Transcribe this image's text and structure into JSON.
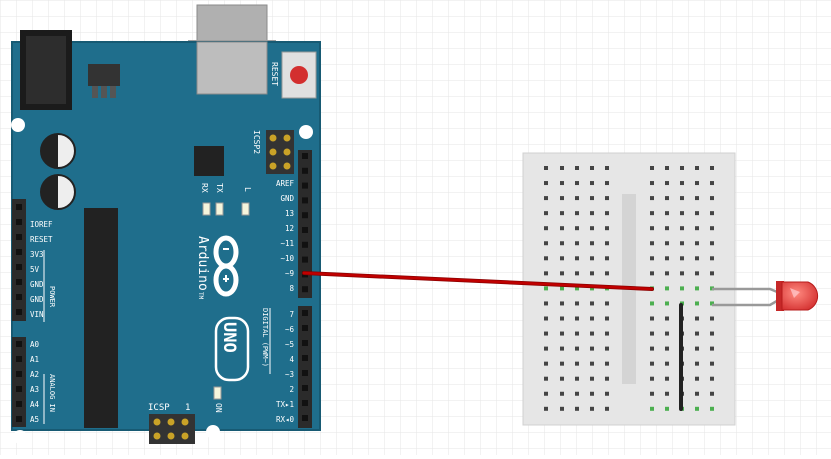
{
  "board": {
    "reset_label": "RESET",
    "icsp2_label": "ICSP2",
    "icsp_label": "ICSP",
    "icsp_pin_one": "1",
    "rx_label": "RX",
    "tx_label": "TX",
    "l_label": "L",
    "on_label": "ON",
    "brand": "Arduino",
    "trademark": "TM",
    "model": "UNO",
    "digital_label": "DIGITAL (PWM~)",
    "power_label": "POWER",
    "analog_label": "ANALOG IN",
    "power_pins": [
      "IOREF",
      "RESET",
      "3V3",
      "5V",
      "GND",
      "GND",
      "VIN"
    ],
    "analog_pins": [
      "A0",
      "A1",
      "A2",
      "A3",
      "A4",
      "A5"
    ],
    "digital_upper_pins": [
      "AREF",
      "GND",
      "13",
      "12",
      "~11",
      "~10",
      "~9",
      "8"
    ],
    "digital_lower_pins": [
      "7",
      "~6",
      "~5",
      "4",
      "~3",
      "2",
      "TX▸1",
      "RX◂0"
    ],
    "connected_pin": "~9"
  },
  "breadboard": {
    "rows": 17,
    "left_columns": 5,
    "right_columns": 5
  },
  "led": {
    "color": "red"
  },
  "colors": {
    "board": "#1f6e8c",
    "board_edge": "#175a73",
    "silkscreen": "#ffffff",
    "header": "#2b2b2b",
    "breadboard": "#e6e6e6",
    "hole": "#444444",
    "hole_connected": "#4caf50",
    "wire_signal": "#c00000",
    "wire_ground": "#222222",
    "led": "#e53935",
    "led_leg": "#999999",
    "grid": "#e6e6e6"
  }
}
